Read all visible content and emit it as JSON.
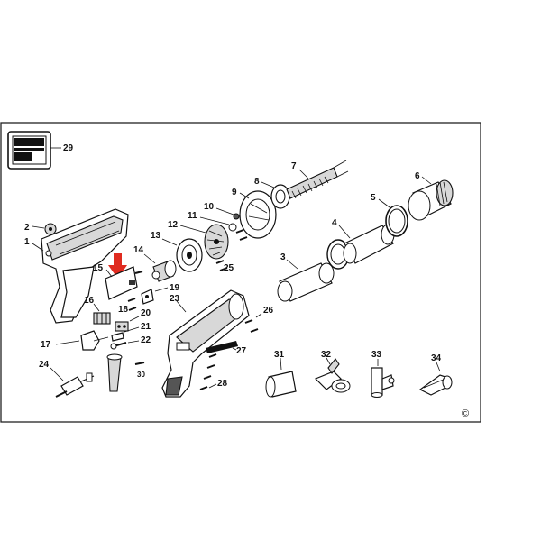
{
  "copyright_symbol": "©",
  "colors": {
    "arrow": "#e02b20",
    "ink": "#111111",
    "frame": "#222222"
  },
  "icons": {
    "sheet_icon": "manual-sheet-icon",
    "callout_arrow": "red-down-arrow-icon"
  },
  "labels": {
    "p1": "1",
    "p2": "2",
    "p3": "3",
    "p4": "4",
    "p5": "5",
    "p6": "6",
    "p7": "7",
    "p8": "8",
    "p9": "9",
    "p10": "10",
    "p11": "11",
    "p12": "12",
    "p13": "13",
    "p14": "14",
    "p15": "15",
    "p16": "16",
    "p17": "17",
    "p18": "18",
    "p19": "19",
    "p20": "20",
    "p21": "21",
    "p22": "22",
    "p23": "23",
    "p24": "24",
    "p25": "25",
    "p26": "26",
    "p27": "27",
    "p28": "28",
    "p29": "29",
    "p30": "30",
    "p31": "31",
    "p32": "32",
    "p33": "33",
    "p34": "34"
  }
}
